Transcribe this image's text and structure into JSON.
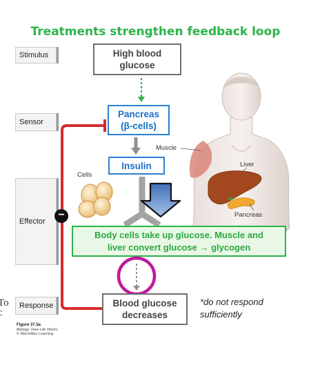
{
  "title": "Treatments strengthen feedback loop",
  "stages": {
    "stimulus": "Stimulus",
    "sensor": "Sensor",
    "effector": "Effector",
    "response": "Response"
  },
  "boxes": {
    "stimulus_line1": "High blood",
    "stimulus_line2": "glucose",
    "sensor_line1": "Pancreas",
    "sensor_line2": "(β-cells)",
    "effector": "Insulin",
    "action_line1": "Body cells take up glucose. Muscle and",
    "action_line2": "liver convert glucose → glycogen",
    "response_line1": "Blood glucose",
    "response_line2": "decreases"
  },
  "labels": {
    "cells": "Cells",
    "muscle": "Muscle",
    "liver": "Liver",
    "pancreas": "Pancreas",
    "minus": "−",
    "left_edge_1": "To",
    "left_edge_2": "c"
  },
  "note_line1": "*do not respond",
  "note_line2": "sufficiently",
  "caption": {
    "figure": "Figure 37.5a",
    "book": "Biology: How Life Works",
    "publisher": "© Macmillan Learning"
  },
  "colors": {
    "title_green": "#2db34a",
    "sensor_blue": "#2a7fd0",
    "loop_red": "#d62b2b",
    "highlight_magenta": "#c0189a"
  }
}
